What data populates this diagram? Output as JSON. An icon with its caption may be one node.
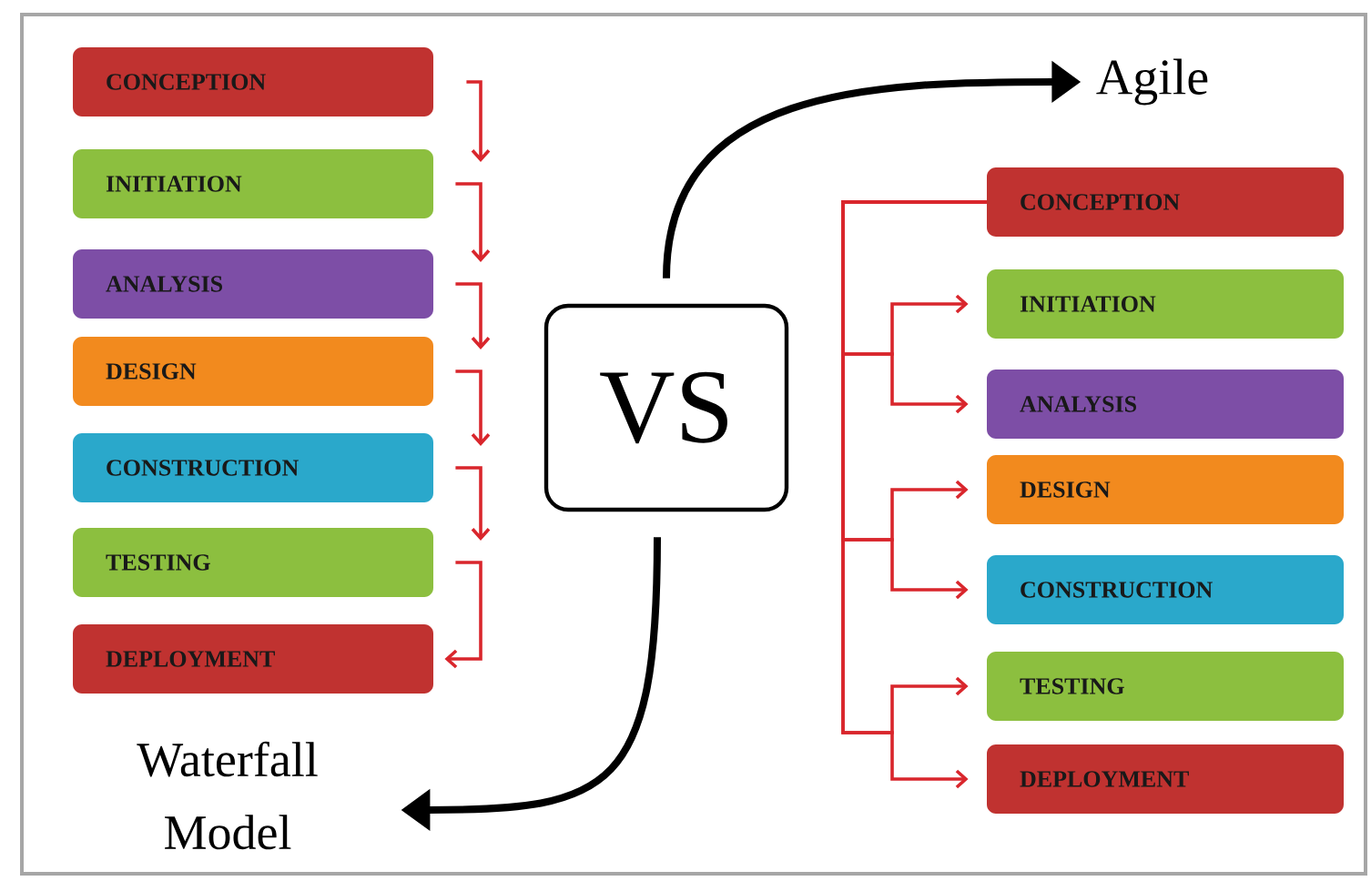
{
  "diagram": {
    "nodes": [
      {
        "text": [
          "CONCEPTION"
        ]
      },
      {
        "text": [
          "INITIATION"
        ]
      },
      {
        "text": [
          "ANALYSIS"
        ]
      },
      {
        "text": [
          "DESIGN"
        ]
      },
      {
        "text": [
          "CONSTRUCTION"
        ]
      },
      {
        "text": [
          "TESTING"
        ]
      },
      {
        "text": [
          "DEPLOYMENT"
        ]
      },
      {
        "text": [
          "VS"
        ]
      },
      {
        "text": [
          "Agile"
        ]
      },
      {
        "text": [
          "Waterfall Model"
        ]
      },
      {
        "text": [
          "CONCEPTION"
        ]
      },
      {
        "text": [
          "INITIATION"
        ]
      },
      {
        "text": [
          "ANALYSIS"
        ]
      },
      {
        "text": [
          "DESIGN"
        ]
      },
      {
        "text": [
          "CONSTRUCTION"
        ]
      },
      {
        "text": [
          "TESTING"
        ]
      },
      {
        "text": [
          "DEPLOYMENT"
        ]
      }
    ],
    "edges": [
      {
        "from": 0,
        "to": 1,
        "arrow": "to"
      },
      {
        "from": 1,
        "to": 2,
        "arrow": "to"
      },
      {
        "from": 2,
        "to": 3,
        "arrow": "to"
      },
      {
        "from": 3,
        "to": 4,
        "arrow": "to"
      },
      {
        "from": 4,
        "to": 5,
        "arrow": "to"
      },
      {
        "from": 5,
        "to": 6,
        "arrow": "to"
      },
      {
        "from": 7,
        "to": 8,
        "arrow": "to",
        "style": "thick",
        "color": "#000000"
      },
      {
        "from": 7,
        "to": 9,
        "arrow": "to",
        "style": "thick",
        "color": "#000000"
      },
      {
        "from": 10,
        "to": 11,
        "arrow": "to"
      },
      {
        "from": 10,
        "to": 12,
        "arrow": "to"
      },
      {
        "from": 10,
        "to": 13,
        "arrow": "to"
      },
      {
        "from": 10,
        "to": 14,
        "arrow": "to"
      },
      {
        "from": 10,
        "to": 15,
        "arrow": "to"
      },
      {
        "from": 10,
        "to": 16,
        "arrow": "to"
      }
    ]
  }
}
